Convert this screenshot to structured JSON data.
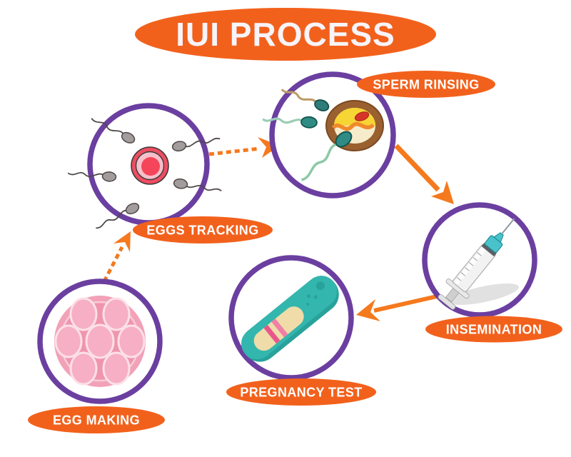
{
  "title": "IUI PROCESS",
  "colors": {
    "orange_label": "#F2611C",
    "orange_arrow": "#F5791D",
    "purple_border": "#6B3FA0",
    "label_text": "#FFFFFF"
  },
  "nodes": [
    {
      "id": "egg-making",
      "label": "EGG MAKING",
      "icon": "ovary-follicles-icon"
    },
    {
      "id": "eggs-tracking",
      "label": "EGGS TRACKING",
      "icon": "sperm-approaching-egg-icon"
    },
    {
      "id": "sperm-rinsing",
      "label": "SPERM RINSING",
      "icon": "sperm-fertilizing-egg-icon"
    },
    {
      "id": "insemination",
      "label": "INSEMINATION",
      "icon": "syringe-icon"
    },
    {
      "id": "pregnancy-test",
      "label": "PREGNANCY TEST",
      "icon": "pregnancy-test-stick-icon"
    }
  ],
  "flow": [
    {
      "from": "EGG MAKING",
      "to": "EGGS TRACKING",
      "style": "dashed"
    },
    {
      "from": "EGGS TRACKING",
      "to": "SPERM RINSING",
      "style": "dashed"
    },
    {
      "from": "SPERM RINSING",
      "to": "INSEMINATION",
      "style": "solid"
    },
    {
      "from": "INSEMINATION",
      "to": "PREGNANCY TEST",
      "style": "solid"
    }
  ]
}
